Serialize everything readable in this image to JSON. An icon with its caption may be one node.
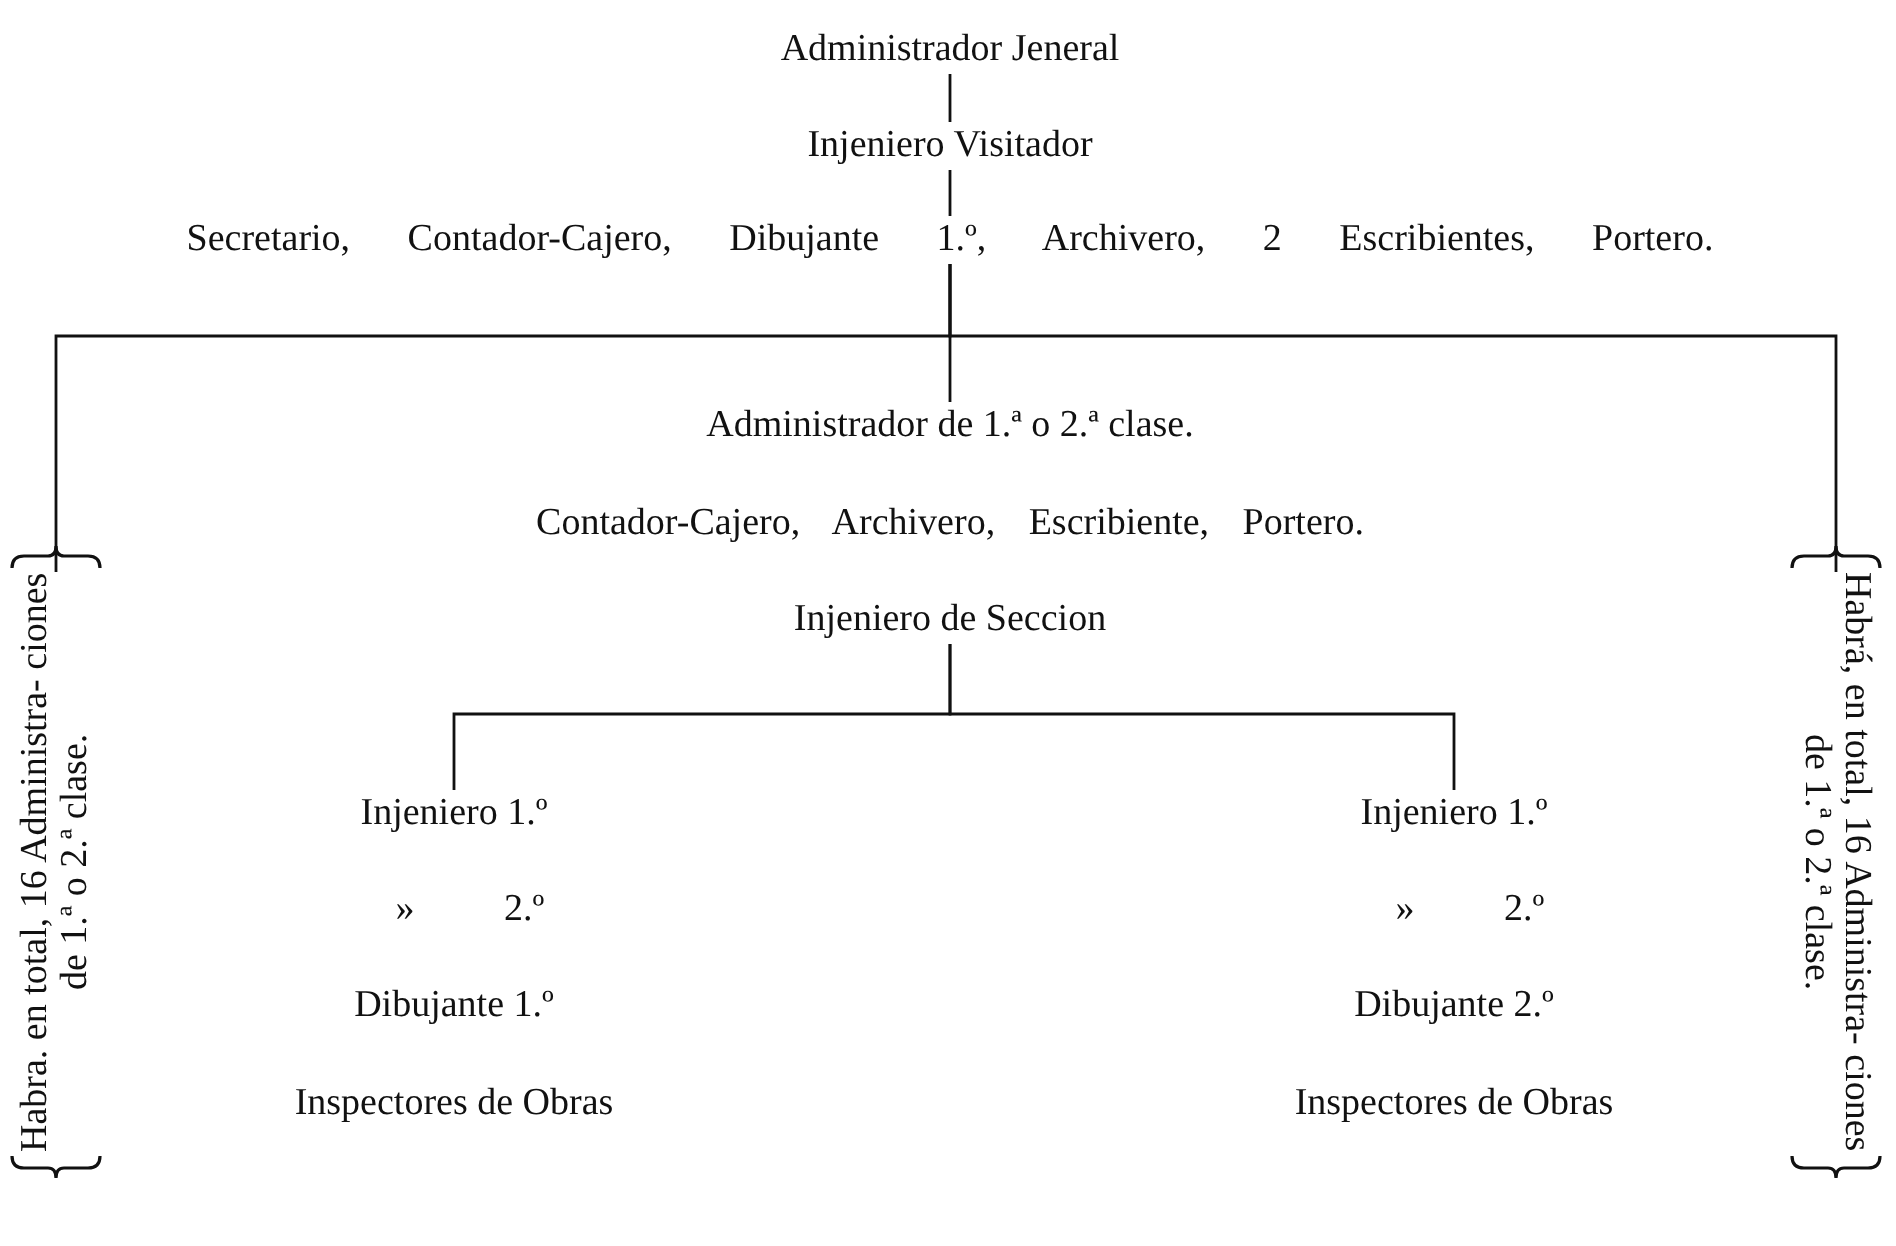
{
  "diagram": {
    "nodes": [
      {
        "text": [
          "Administrador Jeneral"
        ]
      },
      {
        "text": [
          "Injeniero Visitador"
        ]
      },
      {
        "text": [
          "Secretario, Contador-Cajero, Dibujante 1.º, Archivero, 2 Escribientes, Portero."
        ]
      },
      {
        "text": [
          "Habra. en total, 16 Administra- ciones de 1.ª o 2.ª clase."
        ]
      },
      {
        "text": [
          "Administrador de 1.ª o 2.ª clase."
        ]
      },
      {
        "text": [
          "Habrá, en total, 16 Administra- ciones de 1.ª o 2.ª clase."
        ]
      },
      {
        "text": [
          "Injeniero de Seccion"
        ]
      },
      {
        "text": [
          "Injeniero 1.º"
        ]
      },
      {
        "text": [
          "Injeniero 1.º"
        ]
      }
    ],
    "edges": [
      {
        "from": 0,
        "to": 1,
        "arrow": "none"
      },
      {
        "from": 1,
        "to": 2,
        "arrow": "none"
      },
      {
        "from": 2,
        "to": 3,
        "arrow": "none"
      },
      {
        "from": 2,
        "to": 4,
        "arrow": "none"
      },
      {
        "from": 2,
        "to": 5,
        "arrow": "none"
      },
      {
        "from": 6,
        "to": 7,
        "arrow": "none"
      },
      {
        "from": 6,
        "to": 8,
        "arrow": "none"
      }
    ],
    "labels": [
      "Contador-Cajero, Archivero, Escribiente, Portero.",
      "» 2.º",
      "» 2.º",
      "Dibujante 1.º",
      "Dibujante 2.º",
      "Inspectores de Obras",
      "Inspectores de Obras"
    ]
  }
}
